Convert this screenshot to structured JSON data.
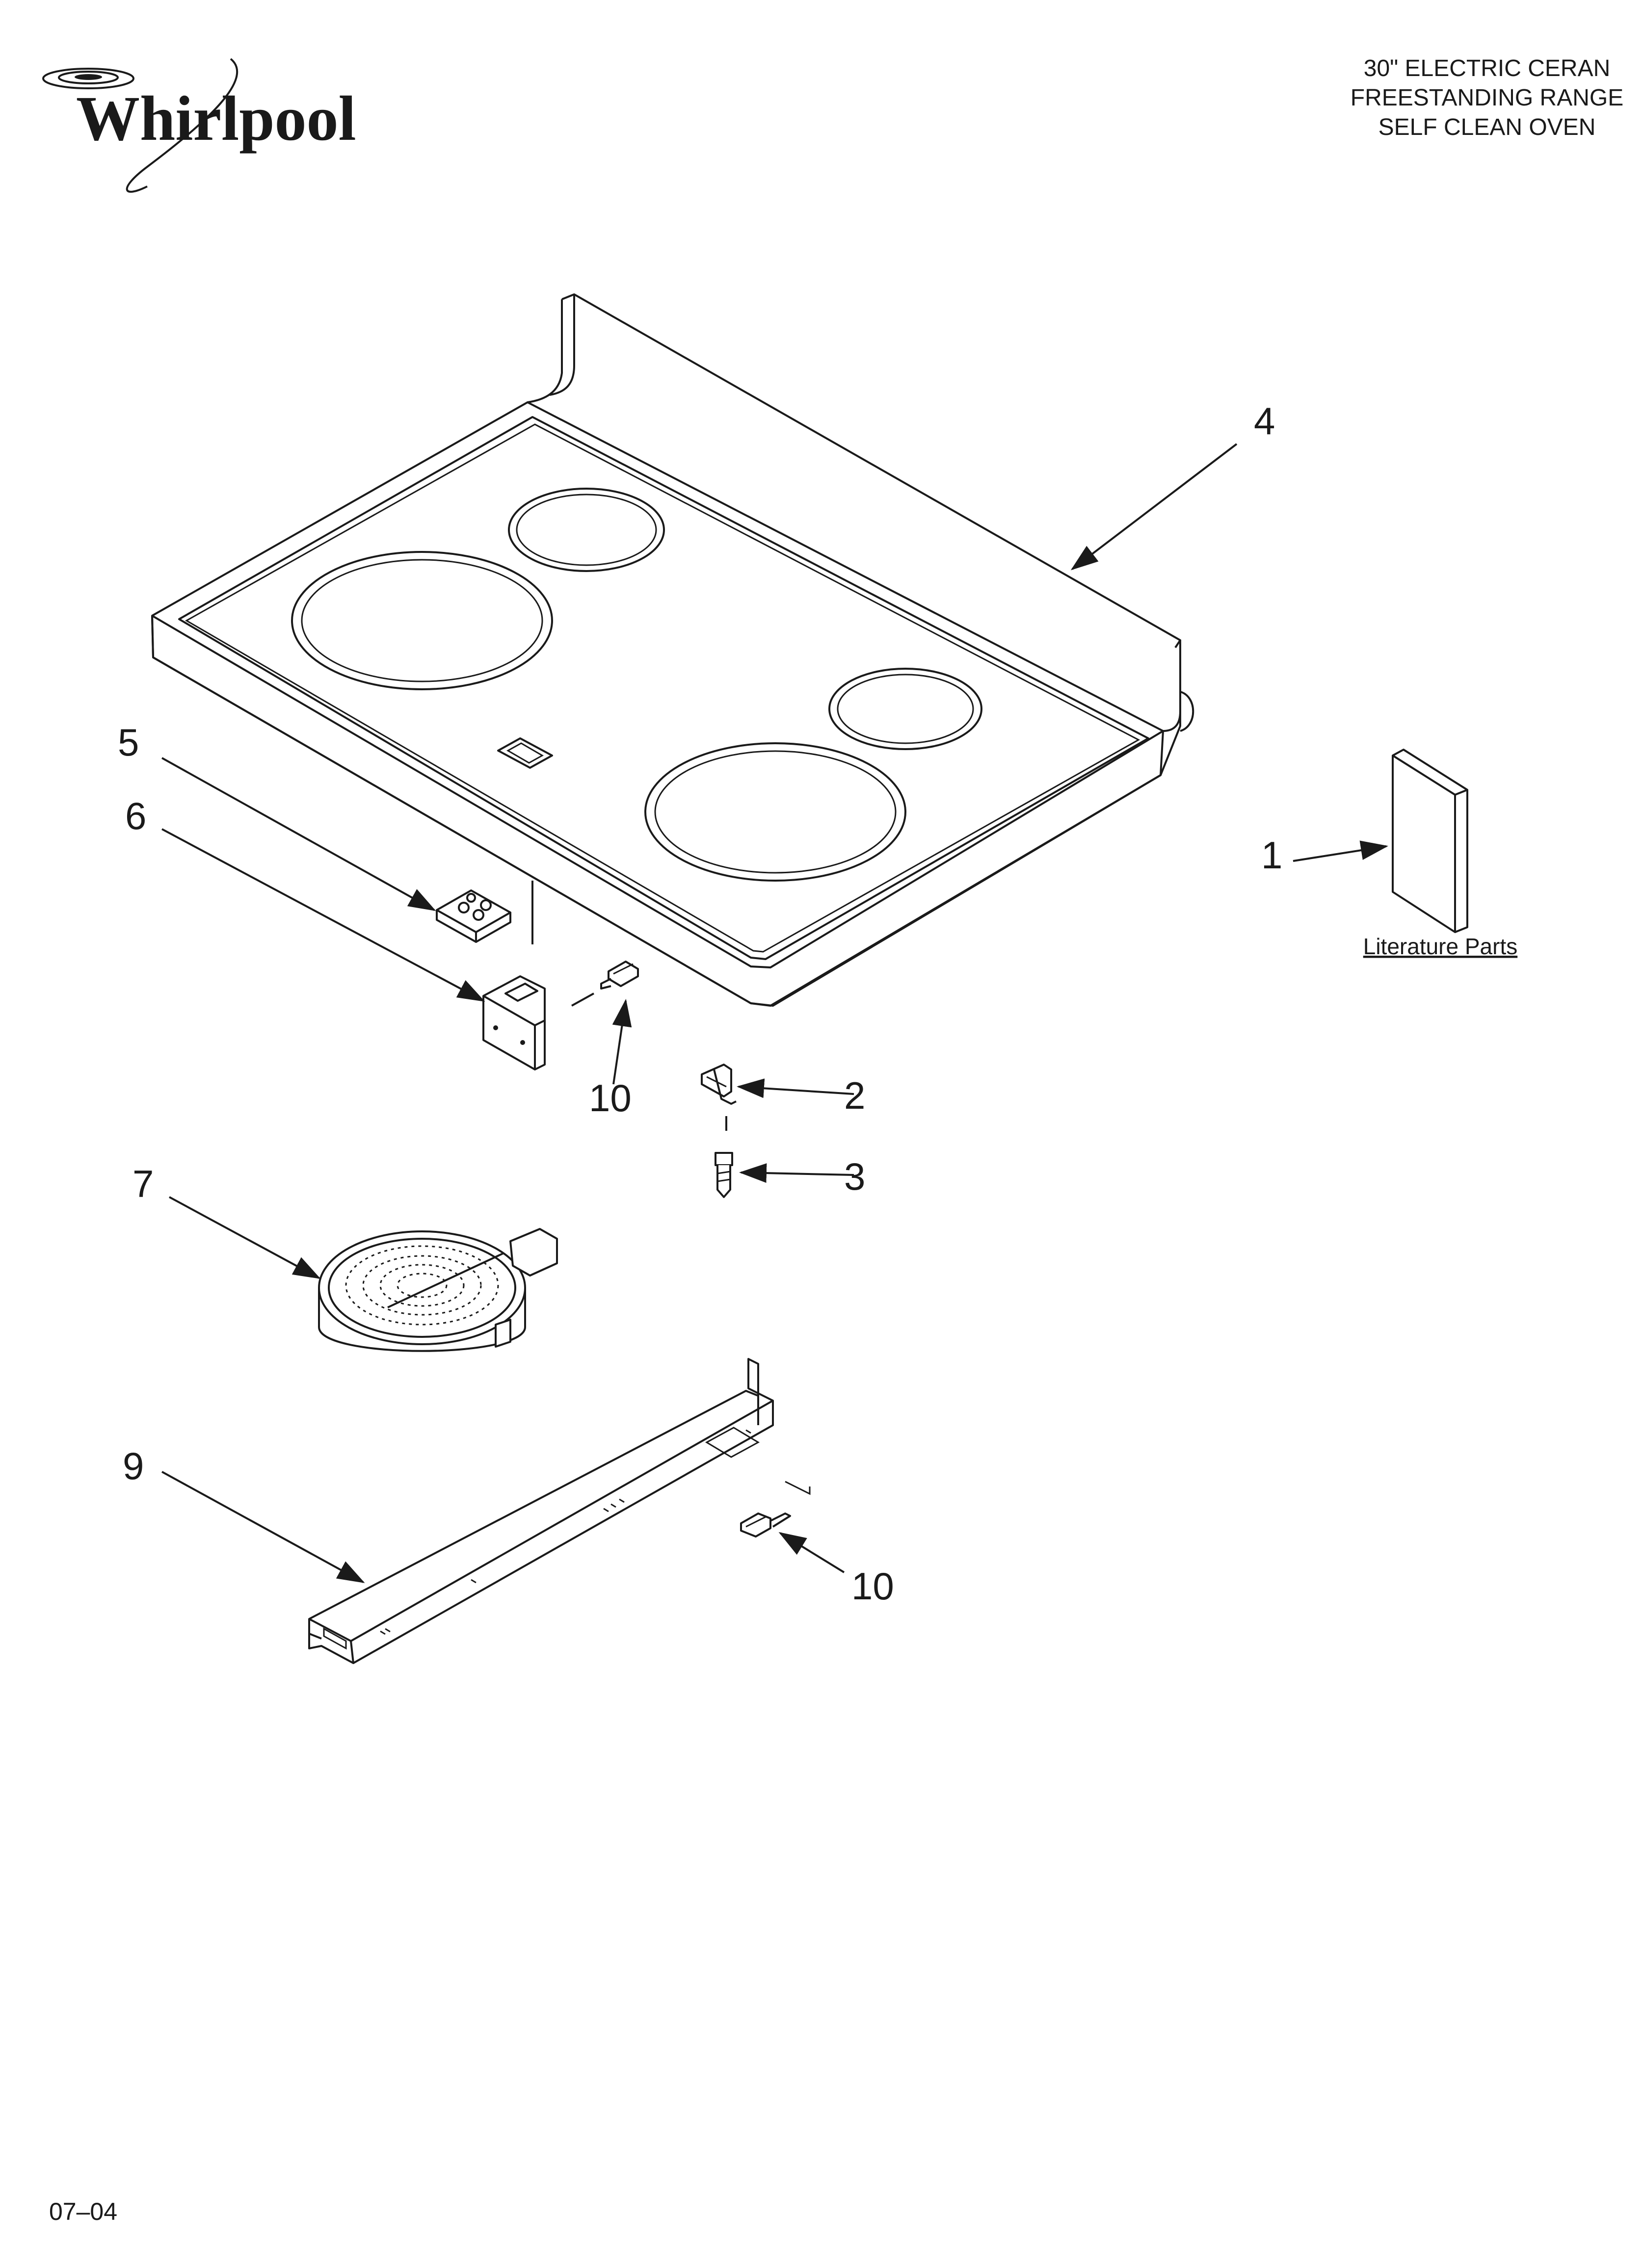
{
  "brand": {
    "name": "Whirlpool"
  },
  "header": {
    "line1": "30\" ELECTRIC CERAN",
    "line2": "FREESTANDING RANGE",
    "line3": "SELF CLEAN OVEN"
  },
  "callouts": {
    "c1": "1",
    "c2": "2",
    "c3": "3",
    "c4": "4",
    "c5": "5",
    "c6": "6",
    "c7": "7",
    "c9": "9",
    "c10a": "10",
    "c10b": "10"
  },
  "literature": {
    "label": "Literature Parts"
  },
  "footer": {
    "code": "07–04"
  },
  "icons": [
    "whirlpool-logo",
    "arrow-icon"
  ]
}
